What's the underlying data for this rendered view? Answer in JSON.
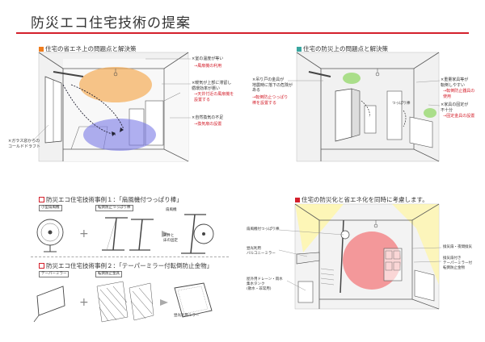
{
  "page": {
    "title": "防災エコ住宅技術の提案"
  },
  "panel_eco": {
    "heading": "住宅の省エネ上の問題点と解決策",
    "notes": [
      {
        "main": "×室の温度が等い",
        "fix": "→風扇機の利用"
      },
      {
        "main": "×暖気が上部に滞留し\n循環効率が悪い",
        "fix": "→天井付近の風扇機を\n設置する"
      },
      {
        "main": "×自然換気の不足",
        "fix": "→換気扇の設置"
      },
      {
        "main": "×ガラス窓からの\nコールドドラフト",
        "fix": ""
      }
    ]
  },
  "panel_disaster": {
    "heading": "住宅の防災上の問題点と解決策",
    "notes": [
      {
        "main": "×吊り戸の金具が\n地震時に落下の危険が\nある",
        "fix": "→転倒防止つっぱり\n棒を設置する"
      },
      {
        "main": "×家具の固定が\n不十分",
        "fix": "→固定金具の設置"
      },
      {
        "main": "×重量家具等が\n転倒しやすい",
        "fix": "→転倒防止器具の\n使用"
      }
    ],
    "pole_label": "つっぱり棒"
  },
  "example1": {
    "heading": "防災エコ住宅技術事例１：「扇風機付つっぱり棒」",
    "labels": {
      "fan": "小型扇風機",
      "pole": "転倒防止つっぱり棒",
      "result_top": "扇風機",
      "result_mid": "天井と\n床の固定"
    }
  },
  "example2": {
    "heading": "防災エコ住宅技術事例２：「テーパーミラー付転倒防止金物」",
    "labels": {
      "mirror": "テーパーミラー",
      "bracket": "転倒防止金具",
      "result": "昼光利用ミラー"
    }
  },
  "panel_combined": {
    "heading": "住宅の防災化と省エネ化を同時に考慮します。",
    "left_labels": [
      "扇風機付つっぱり棒",
      "昼光利用\nバルコニーミラー",
      "屋外用ドレーン・雨水\n集水タンク\n(散水・非常用)"
    ],
    "right_labels": [
      "換気扇・夜間換気",
      "換気扇付き\nテーパーミラー付\n転倒防止金物"
    ]
  },
  "colors": {
    "accent_red": "#d4202c",
    "orange": "#f07d1e",
    "teal": "#3aa6a0",
    "warm_zone": "#f4a64a",
    "cool_zone": "#7a7ae6",
    "green_spot": "#8bd55e",
    "light_yellow": "#fff6a8",
    "red_zone": "#f2676a"
  }
}
